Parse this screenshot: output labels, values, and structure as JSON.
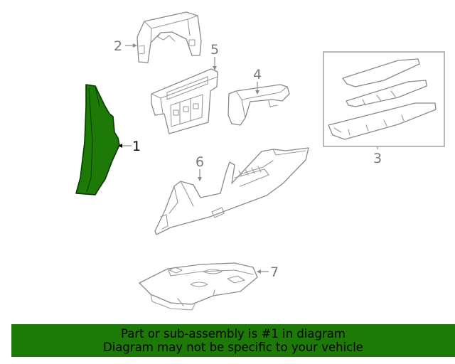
{
  "diagram": {
    "callouts": [
      "1",
      "2",
      "3",
      "4",
      "5",
      "6",
      "7"
    ],
    "highlighted_part": "1",
    "highlight_color": "#1e7a06",
    "line_color": "#8a8a8a"
  },
  "banner": {
    "line1": "Part or sub-assembly is #1 in diagram",
    "line2": "Diagram may not be specific to your vehicle",
    "background": "#1e7a06"
  }
}
